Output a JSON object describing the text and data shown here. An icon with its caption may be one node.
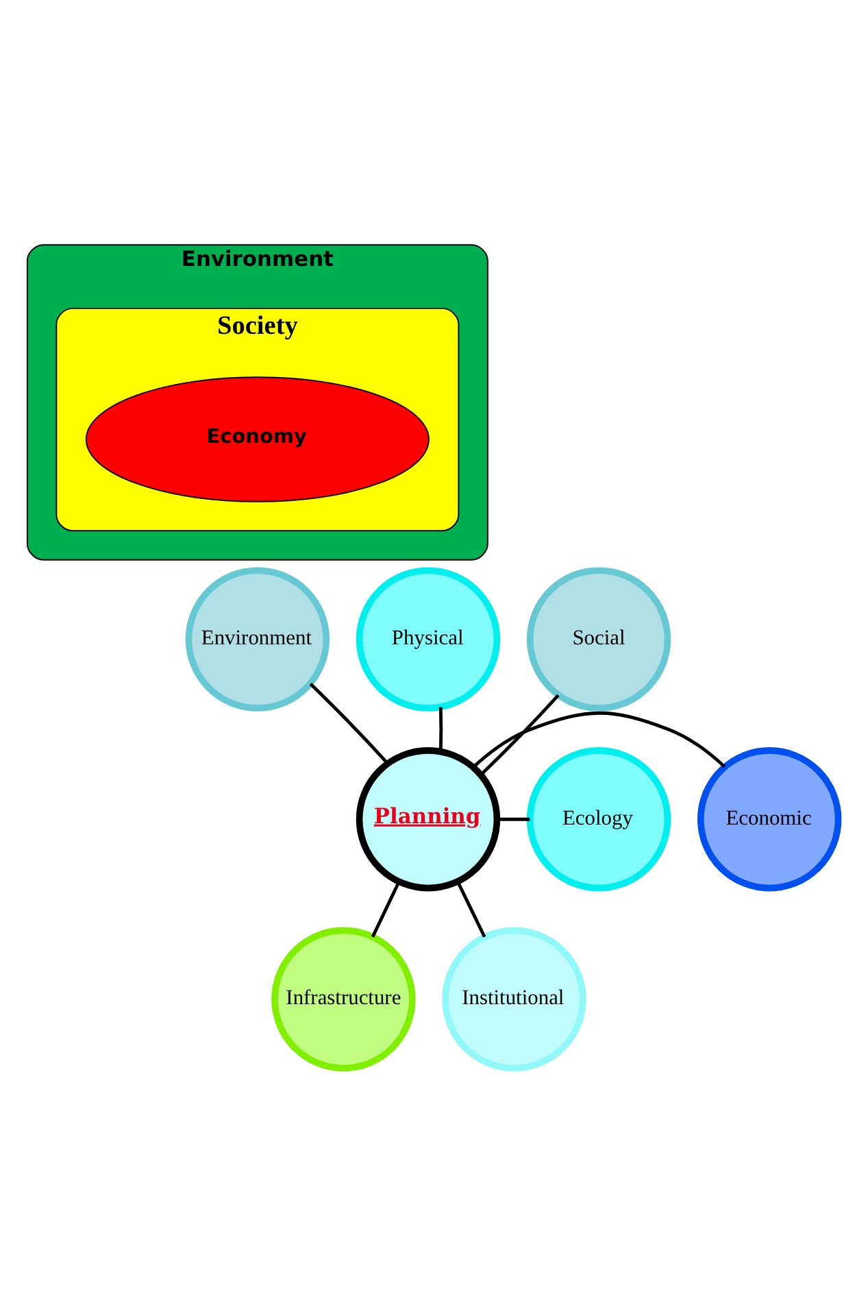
{
  "diagram": {
    "nodes": [
      {
        "text": [
          "Environment"
        ]
      },
      {
        "text": [
          "Society"
        ],
        "in": 0
      },
      {
        "text": [
          "Economy"
        ],
        "in": 1
      },
      {
        "text": [
          "Physical"
        ]
      },
      {
        "text": [
          "Environment"
        ]
      },
      {
        "text": [
          "Social"
        ]
      },
      {
        "text": [
          "Ecology"
        ]
      },
      {
        "text": [
          "Planning"
        ]
      },
      {
        "text": [
          "Economic"
        ]
      },
      {
        "text": [
          "Infrastructure"
        ]
      },
      {
        "text": [
          "Institutional"
        ]
      }
    ],
    "edges": [
      {
        "from": 7,
        "to": 3,
        "arrow": "none"
      },
      {
        "from": 7,
        "to": 4,
        "arrow": "none"
      },
      {
        "from": 7,
        "to": 5,
        "arrow": "none"
      },
      {
        "from": 7,
        "to": 6,
        "arrow": "none"
      },
      {
        "from": 7,
        "to": 8,
        "arrow": "none"
      },
      {
        "from": 7,
        "to": 9,
        "arrow": "none"
      },
      {
        "from": 7,
        "to": 10,
        "arrow": "none"
      }
    ]
  }
}
